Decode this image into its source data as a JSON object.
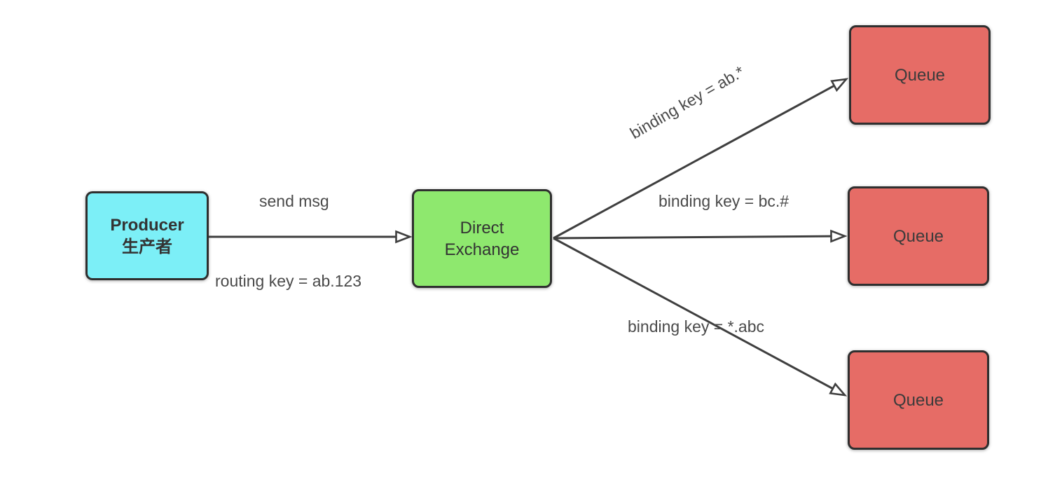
{
  "diagram": {
    "title": "Direct Exchange routing diagram",
    "background": "#ffffff",
    "line_color": "#3f3f3f",
    "label_color": "#4a4a4a",
    "nodes": {
      "producer": {
        "title": "Producer",
        "subtitle": "生产者",
        "fill": "#7cefF7",
        "border": "#2f2f2f"
      },
      "exchange": {
        "line1": "Direct",
        "line2": "Exchange",
        "fill": "#8ee86e",
        "border": "#2f2f2f"
      },
      "queue_top": {
        "label": "Queue",
        "fill": "#e66c66",
        "border": "#2f2f2f"
      },
      "queue_middle": {
        "label": "Queue",
        "fill": "#e66c66",
        "border": "#2f2f2f"
      },
      "queue_bottom": {
        "label": "Queue",
        "fill": "#e66c66",
        "border": "#2f2f2f"
      }
    },
    "edges": {
      "producer_to_exchange": {
        "label_above": "send msg",
        "label_below": "routing key = ab.123"
      },
      "exchange_to_queue_top": {
        "label": "binding key = ab.*"
      },
      "exchange_to_queue_middle": {
        "label": "binding key = bc.#"
      },
      "exchange_to_queue_bottom": {
        "label": "binding key = *.abc"
      }
    }
  }
}
